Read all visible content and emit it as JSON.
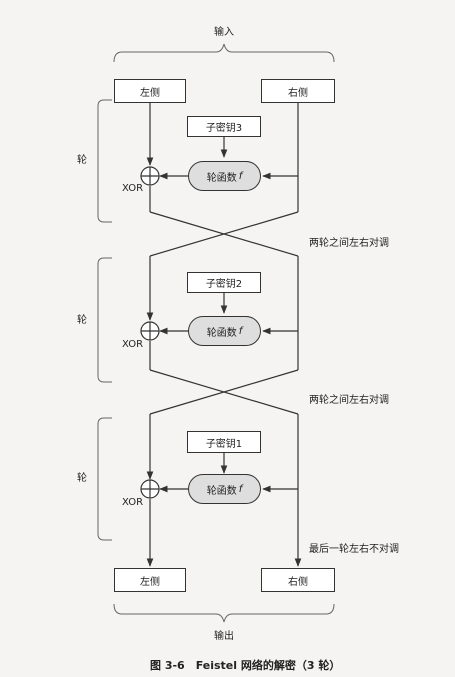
{
  "diagram": {
    "input_label": "输入",
    "output_label": "输出",
    "input_left": "左侧",
    "input_right": "右侧",
    "output_left": "左侧",
    "output_right": "右侧",
    "round_label": "轮",
    "xor_label": "XOR",
    "round_function": "轮函数",
    "round_function_symbol": "f",
    "rounds": [
      {
        "subkey": "子密钥3",
        "after_note": "两轮之间左右对调"
      },
      {
        "subkey": "子密钥2",
        "after_note": "两轮之间左右对调"
      },
      {
        "subkey": "子密钥1",
        "after_note": "最后一轮左右不对调"
      }
    ],
    "caption": "图 3-6　Feistel 网络的解密（3 轮）"
  }
}
